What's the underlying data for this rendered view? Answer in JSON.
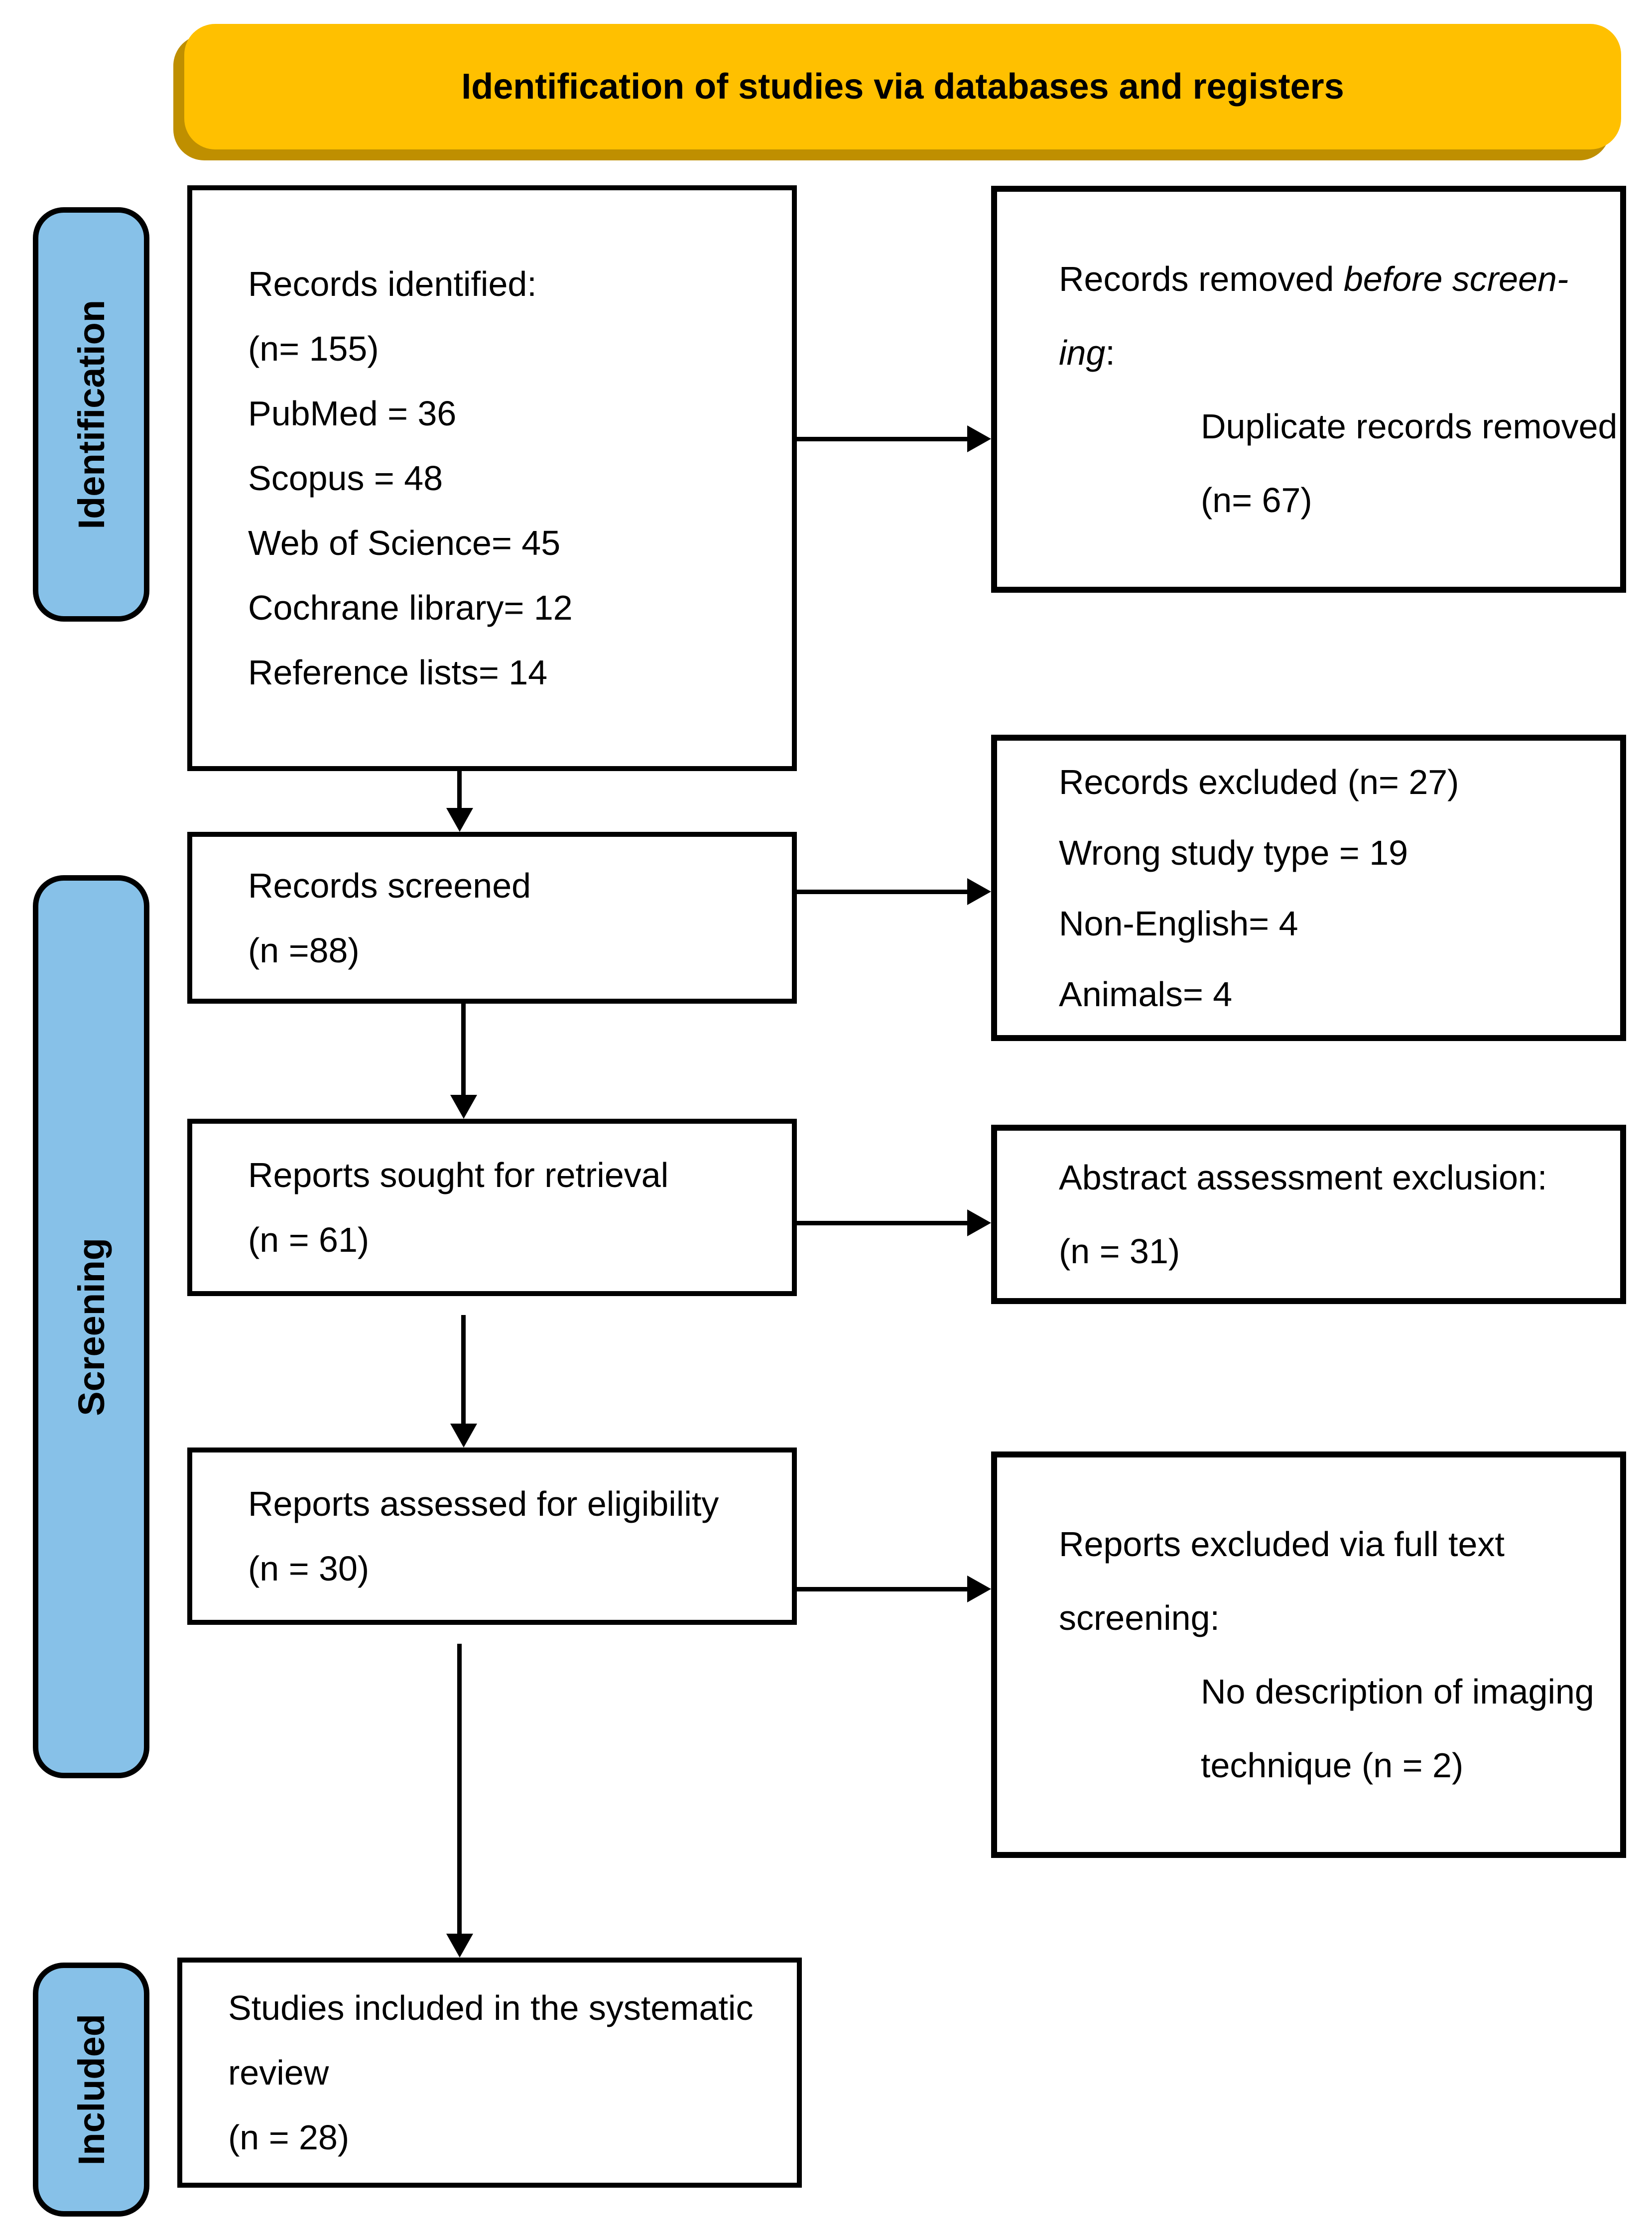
{
  "banner": {
    "title": "Identification of studies via databases and registers"
  },
  "stages": {
    "identification": "Identification",
    "screening": "Screening",
    "included": "Included"
  },
  "boxes": {
    "records_identified": {
      "lines": [
        "Records identified:",
        "(n= 155)",
        "PubMed = 36",
        "Scopus = 48",
        "Web of Science= 45",
        "Cochrane library= 12",
        "Reference lists= 14"
      ]
    },
    "records_screened": {
      "lines": [
        "Records screened",
        "(n =88)"
      ]
    },
    "reports_sought": {
      "lines": [
        "Reports sought for retrieval",
        "(n = 61)"
      ]
    },
    "reports_assessed": {
      "lines": [
        "Reports assessed for eligibility",
        "(n = 30)"
      ]
    },
    "studies_included": {
      "lines": [
        "Studies included in the systematic",
        "review",
        "(n = 28)"
      ]
    }
  },
  "exclusion_boxes": {
    "removed_before_screening": {
      "line1_normal": "Records removed ",
      "line1_italic": "before screen-",
      "line2_italic": "ing",
      "line2_normal": ":",
      "sub_lines": [
        "Duplicate records removed",
        "(n= 67)"
      ]
    },
    "records_excluded": {
      "lines": [
        "Records excluded (n= 27)",
        "Wrong study type = 19",
        "Non-English= 4",
        "Animals= 4"
      ]
    },
    "abstract_exclusion": {
      "lines": [
        "Abstract assessment exclusion:",
        "(n = 31)"
      ]
    },
    "fulltext_excluded": {
      "lines": [
        "Reports excluded via full text",
        "screening:"
      ],
      "sub_lines": [
        "No description of imaging",
        "technique (n = 2)"
      ]
    }
  },
  "colors": {
    "banner_fill": "#FFC000",
    "banner_shadow": "#BF8F00",
    "stage_fill": "#87C1E8",
    "border": "#000000",
    "background": "#FFFFFF"
  }
}
